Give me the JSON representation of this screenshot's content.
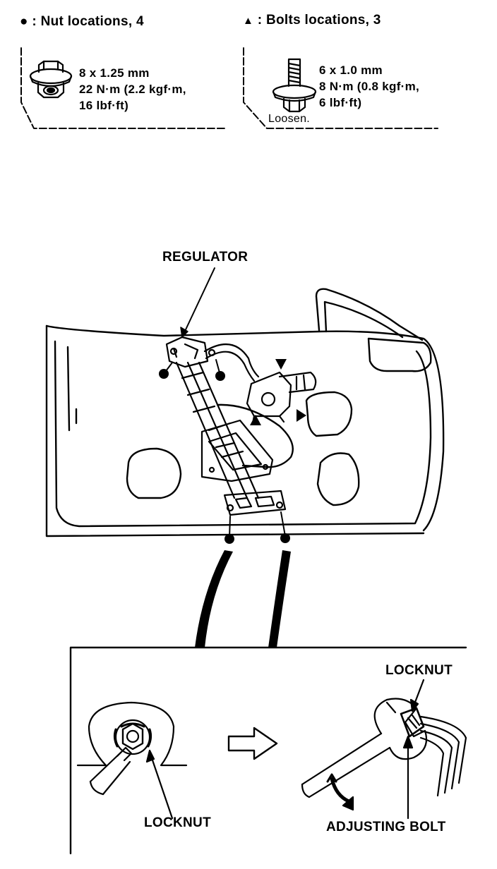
{
  "legend": {
    "nuts": {
      "symbol": "●",
      "text": ": Nut locations, 4"
    },
    "bolts": {
      "symbol": "▲",
      "text": ": Bolts locations, 3"
    }
  },
  "nut_spec": {
    "size": "8 x 1.25 mm",
    "torque_line1": "22 N·m (2.2 kgf·m,",
    "torque_line2": "16 lbf·ft)"
  },
  "bolt_spec": {
    "size": "6 x 1.0 mm",
    "torque_line1": "8 N·m (0.8 kgf·m,",
    "torque_line2": "6 lbf·ft)",
    "note": "Loosen."
  },
  "labels": {
    "regulator": "REGULATOR",
    "locknut_left": "LOCKNUT",
    "locknut_right": "LOCKNUT",
    "adjusting_bolt": "ADJUSTING BOLT"
  },
  "icons": {
    "nut_marker": "filled-circle",
    "bolt_marker": "filled-triangle",
    "step_arrow": "hollow-right-arrow",
    "rotation_arrow": "curved-arrow-down"
  }
}
